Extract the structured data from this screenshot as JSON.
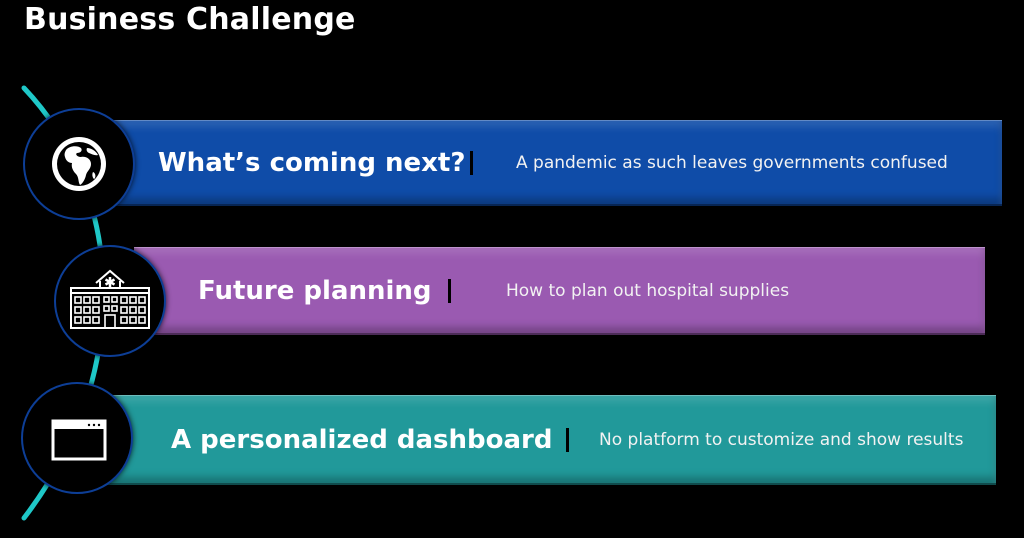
{
  "title": "Business Challenge",
  "rows": [
    {
      "icon": "globe-icon",
      "heading": "What’s coming next?",
      "description": "A pandemic as such leaves governments confused",
      "color": "#0f4ca8"
    },
    {
      "icon": "hospital-icon",
      "heading": "Future planning",
      "description": "How to plan out hospital supplies",
      "color": "#9a5ab1"
    },
    {
      "icon": "browser-window-icon",
      "heading": "A personalized dashboard",
      "description": "No platform to customize and show results",
      "color": "#21999a"
    }
  ],
  "accent_color": "#1fc8c8"
}
